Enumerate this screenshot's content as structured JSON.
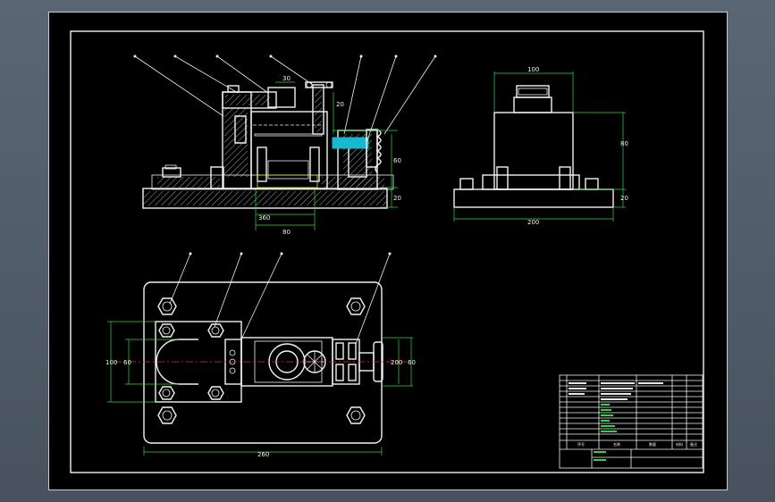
{
  "drawing": {
    "front_view": {
      "dim_30": "30",
      "dim_20_top": "20",
      "dim_60": "60",
      "dim_20_base": "20",
      "dim_360": "360",
      "dim_80": "80"
    },
    "side_view": {
      "dim_100": "100",
      "dim_80": "80",
      "dim_20": "20",
      "dim_200": "200"
    },
    "top_view": {
      "dim_100": "100",
      "dim_60_left": "60",
      "dim_200_right": "200",
      "dim_60_right": "60",
      "dim_260": "260"
    },
    "title_block": {
      "col_headers": [
        "序号",
        "名称",
        "数量",
        "材料",
        "备注"
      ]
    }
  }
}
